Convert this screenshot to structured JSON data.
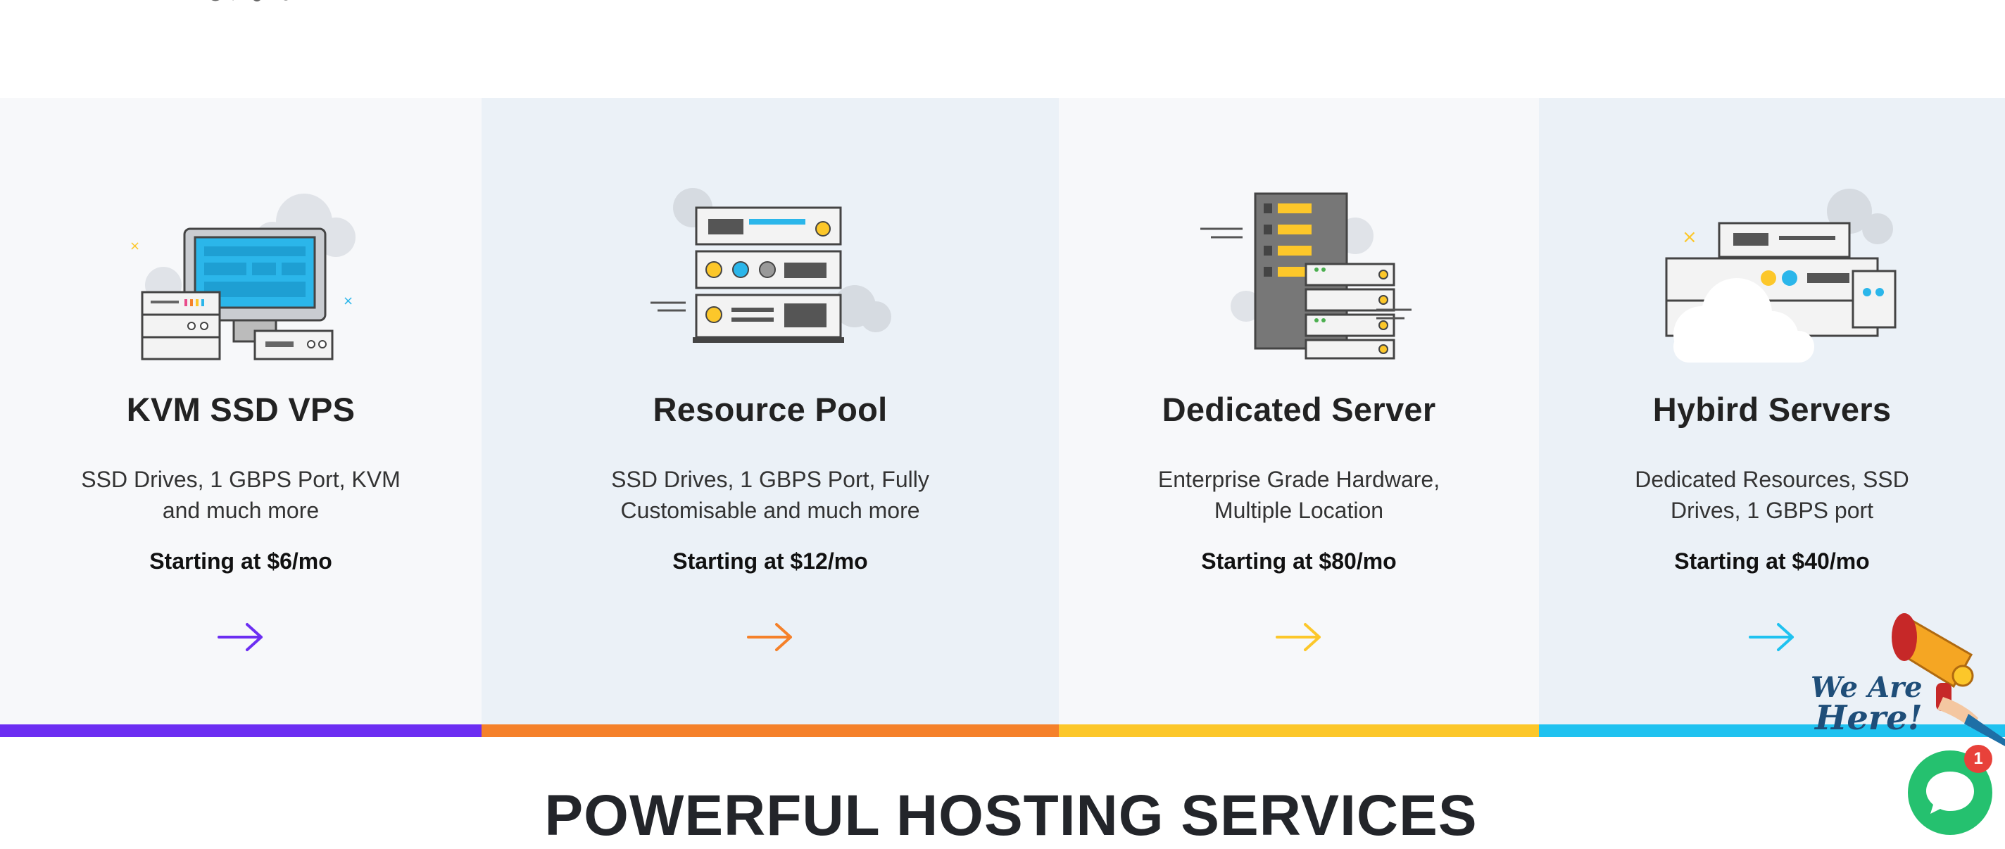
{
  "colors": {
    "card_light": "#f7f8fa",
    "card_blue": "#ebf1f7",
    "purple": "#6c2ef2",
    "orange": "#f5812a",
    "yellow": "#fcc72a",
    "cyan": "#1fc2f0",
    "headline": "#23252a",
    "chat_green": "#25c16f",
    "badge_red": "#e8413a"
  },
  "services": [
    {
      "title": "KVM SSD VPS",
      "description": "SSD Drives, 1 GBPS Port, KVM and much more",
      "price": "Starting at $6/mo",
      "icon": "vps-monitor-icon",
      "accent": "#6c2ef2",
      "bg": "#f7f8fa"
    },
    {
      "title": "Resource Pool",
      "description": "SSD Drives, 1 GBPS Port, Fully Customisable and much more",
      "price": "Starting at $12/mo",
      "icon": "server-stack-icon",
      "accent": "#f5812a",
      "bg": "#ebf1f7"
    },
    {
      "title": "Dedicated Server",
      "description": "Enterprise Grade Hardware, Multiple Location",
      "price": "Starting at $80/mo",
      "icon": "server-rack-icon",
      "accent": "#fcc72a",
      "bg": "#f7f8fa"
    },
    {
      "title": "Hybird Servers",
      "description": "Dedicated Resources, SSD Drives, 1 GBPS port",
      "price": "Starting at $40/mo",
      "icon": "cloud-server-icon",
      "accent": "#1fc2f0",
      "bg": "#ebf1f7"
    }
  ],
  "section": {
    "headline": "POWERFUL HOSTING SERVICES"
  },
  "chat_widget": {
    "promo_text_line1": "We Are",
    "promo_text_line2": "Here!",
    "badge_count": "1",
    "icon": "chat-bubble-icon"
  }
}
